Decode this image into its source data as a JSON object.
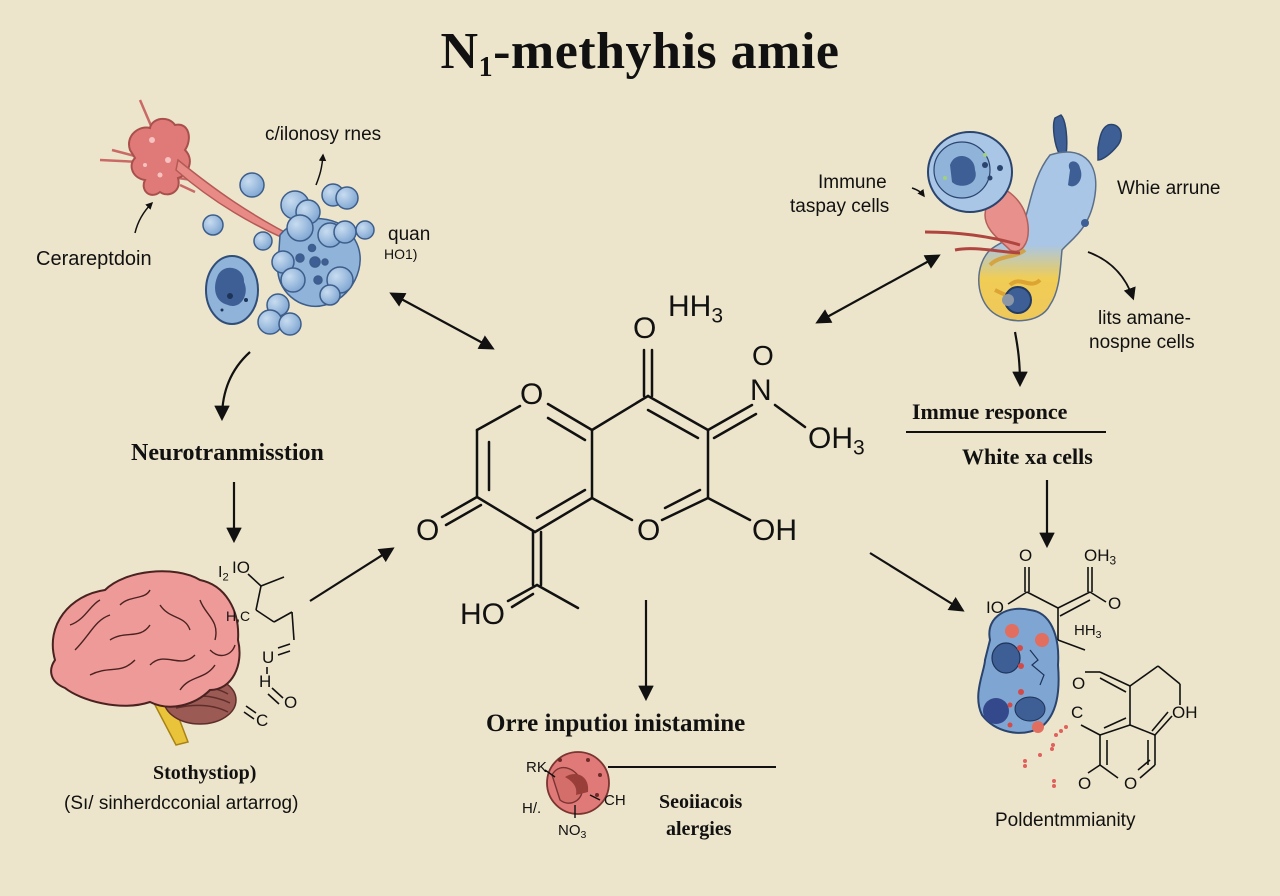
{
  "title": {
    "main": "N",
    "sub": "1",
    "rest": "-methyhis amie"
  },
  "colors": {
    "background": "#ece5cb",
    "ink": "#111111",
    "cell_blue": "#8fb3d9",
    "cell_blue_dark": "#3e5f95",
    "neuron_red": "#e07a78",
    "brain_pink": "#ee9a98",
    "brain_stem": "#e9c33a",
    "cerebellum": "#9c5a55",
    "yellow_cell": "#efc85a",
    "dot_red": "#e0605a"
  },
  "top_left": {
    "label_arrow_top": "c/ilonosy rnes",
    "label_left": "Cerareptdoin",
    "label_right_1": "quan",
    "label_right_2": "HO1)"
  },
  "top_right": {
    "label_left_1": "Immune",
    "label_left_2": "taspay cells",
    "label_right": "Whie arrune",
    "label_below_1": "lits amane-",
    "label_below_2": "nospne cells"
  },
  "center_molecule": {
    "atoms": {
      "top_o": "O",
      "hh3": "HH",
      "hh3_sub": "3",
      "ring_o_left": "O",
      "n": "N",
      "n_o": "O",
      "oh3": "OH",
      "oh3_sub": "3",
      "left_o": "O",
      "ring_o_bottom": "O",
      "oh": "OH",
      "ho": "HO"
    }
  },
  "left_column": {
    "neurotransmission": "Neurotranmisstion",
    "chem_i2o": "I",
    "chem_i2o_sub": "2",
    "chem_io": "IO",
    "chem_hc": "H,C",
    "chem_u": "U",
    "chem_h": "H",
    "chem_o": "O",
    "chem_c": "C",
    "caption_1": "Stothystiop)",
    "caption_2": "(Sı/ sinherdcconial artarrog)"
  },
  "bottom_center": {
    "heading": "Orre inputioı inistamine",
    "chem_rk": "RK",
    "chem_h": "H/.",
    "chem_ch": "CH",
    "chem_no3": "NO",
    "chem_no3_sub": "3",
    "label_1": "Seoiiacois",
    "label_2": "alergies"
  },
  "right_column": {
    "label_1": "Immue responce",
    "label_2": "White xa cells",
    "chem_o1": "O",
    "chem_oh3": "OH",
    "chem_oh3_sub": "3",
    "chem_io": "IO",
    "chem_o2": "O",
    "chem_hh3": "HH",
    "chem_hh3_sub": "3",
    "chem_o_ring": "O",
    "chem_c": "C",
    "chem_oh": "OH",
    "chem_o_bl": "O",
    "chem_o_br": "O",
    "caption": "Poldentmmianity"
  }
}
